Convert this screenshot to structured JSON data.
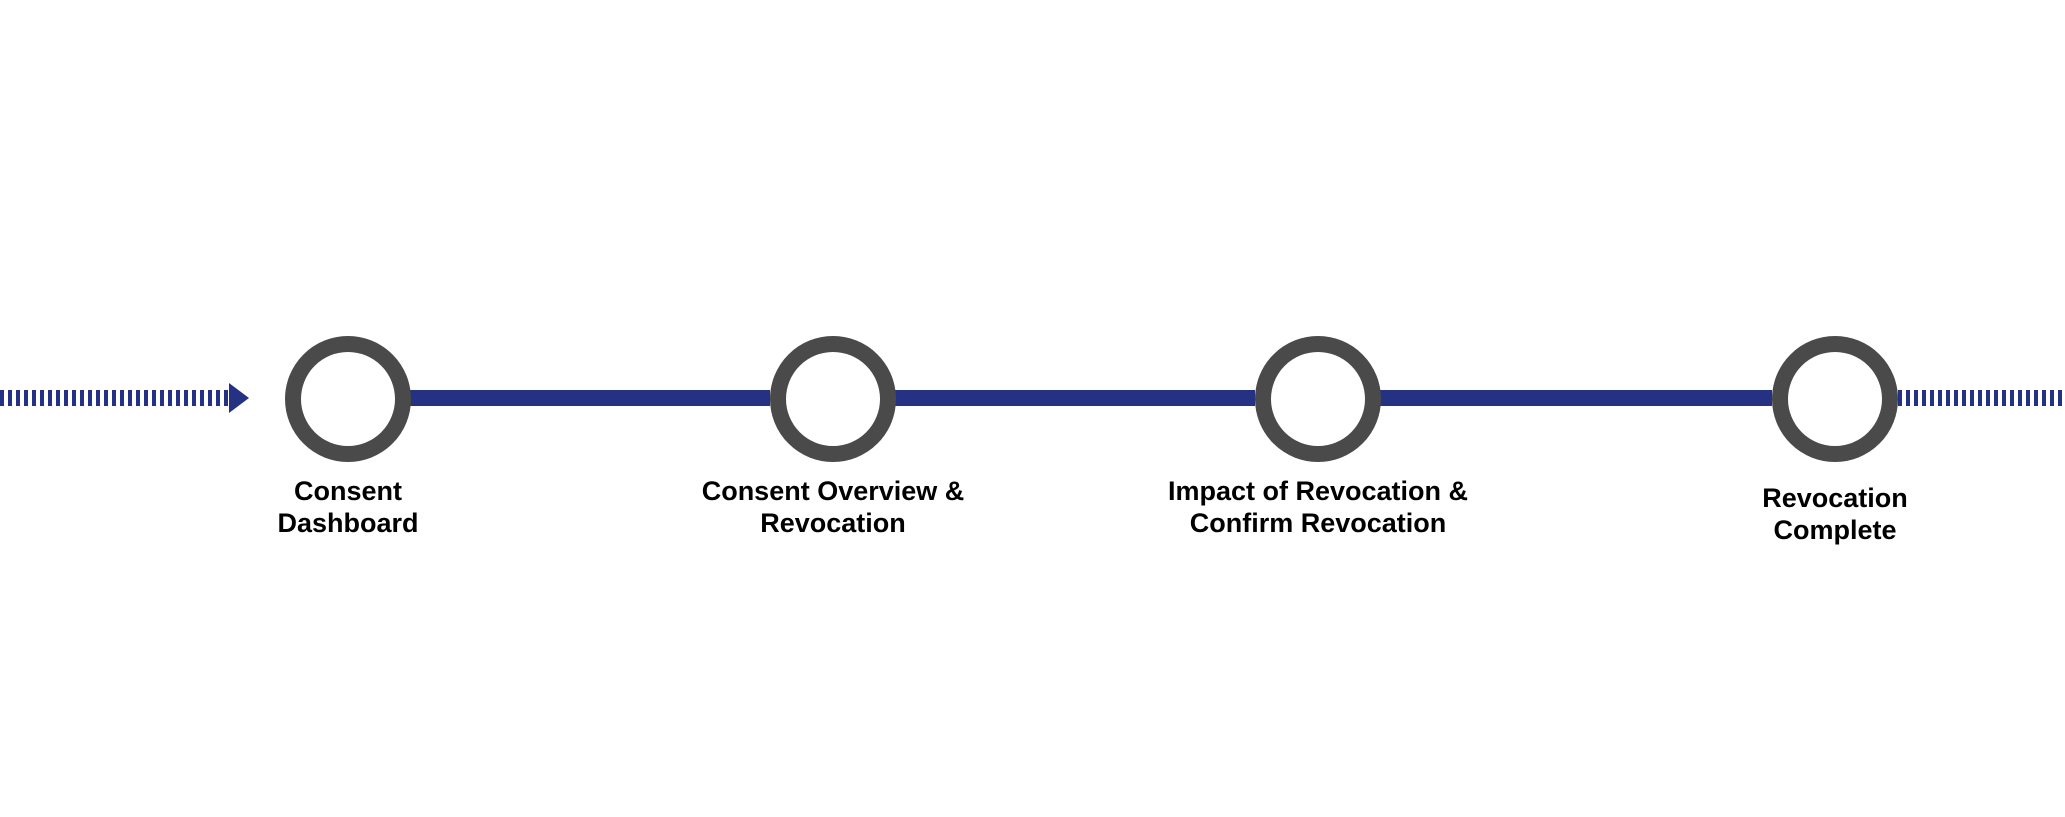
{
  "colors": {
    "connector": "#253182",
    "node_ring": "#4a4a4a",
    "node_fill": "#ffffff",
    "label_text": "#000000"
  },
  "steps": [
    {
      "lines": [
        "Consent",
        "Dashboard"
      ]
    },
    {
      "lines": [
        "Consent Overview &",
        "Revocation"
      ]
    },
    {
      "lines": [
        "Impact of Revocation &",
        "Confirm Revocation"
      ]
    },
    {
      "lines": [
        "Revocation",
        "Complete"
      ]
    }
  ],
  "entry_connector": {
    "style": "dashed",
    "arrow": "right-arrow-icon"
  },
  "exit_connector": {
    "style": "dashed"
  }
}
